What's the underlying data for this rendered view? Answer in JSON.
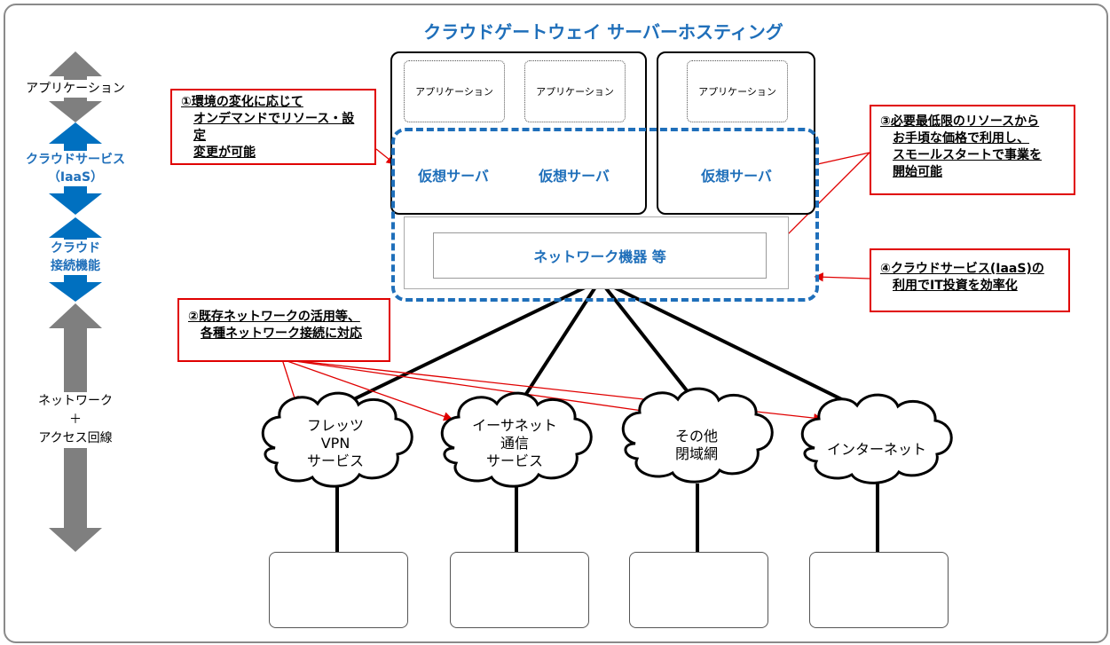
{
  "title": "クラウドゲートウェイ サーバーホスティング",
  "side": {
    "application": "アプリケーション",
    "cloud_service_line1": "クラウドサービス",
    "cloud_service_line2": "（IaaS）",
    "cloud_connect_line1": "クラウド",
    "cloud_connect_line2": "接続機能",
    "network_line1": "ネットワーク",
    "network_line2": "＋",
    "network_line3": "アクセス回線"
  },
  "servers": {
    "app_label": "アプリケーション",
    "vm_label": "仮想サーバ"
  },
  "network_device": "ネットワーク機器 等",
  "callouts": {
    "c1": [
      "①環境の変化に応じて",
      "オンデマンドでリソース・設定",
      "変更が可能"
    ],
    "c2": [
      "②既存ネットワークの活用等、",
      "各種ネットワーク接続に対応"
    ],
    "c3": [
      "③必要最低限のリソースから",
      "お手頃な価格で利用し、",
      "スモールスタートで事業を",
      "開始可能"
    ],
    "c4": [
      "④クラウドサービス(IaaS)の",
      "利用でIT投資を効率化"
    ]
  },
  "clouds": [
    [
      "フレッツ",
      "VPN",
      "サービス"
    ],
    [
      "イーサネット",
      "通信",
      "サービス"
    ],
    [
      "その他",
      "閉域網"
    ],
    [
      "インターネット"
    ]
  ],
  "colors": {
    "accent_blue": "#1f6fba",
    "callout_red": "#e00000",
    "arrow_gray": "#7f7f7f",
    "pc_fill": "#595959"
  },
  "icons": [
    "double-arrow-gray-icon",
    "double-arrow-blue-icon",
    "cloud-icon",
    "computer-icon"
  ]
}
